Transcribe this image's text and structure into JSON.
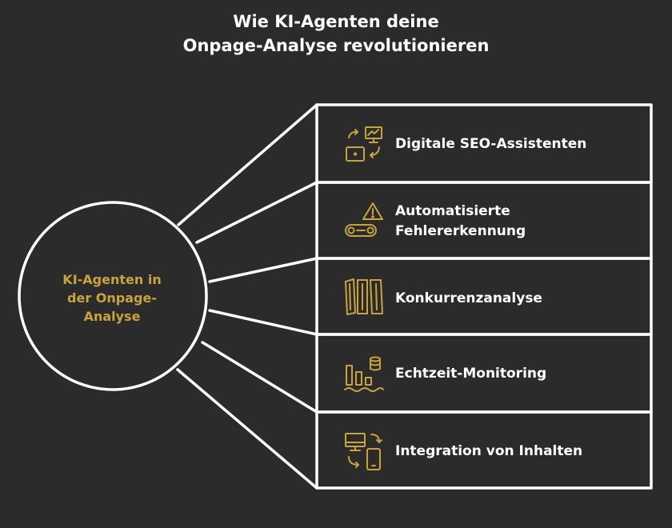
{
  "title": {
    "line1": "Wie KI-Agenten deine",
    "line2": "Onpage-Analyse revolutionieren"
  },
  "hub": {
    "line1": "KI-Agenten in",
    "line2": "der Onpage-",
    "line3": "Analyse"
  },
  "items": [
    {
      "line1": "Digitale SEO-Assistenten",
      "icon": "devices-sync-icon"
    },
    {
      "line1": "Automatisierte",
      "line2": "Fehlererkennung",
      "icon": "warning-conveyor-icon"
    },
    {
      "line1": "Konkurrenzanalyse",
      "icon": "columns-icon"
    },
    {
      "line1": "Echtzeit-Monitoring",
      "icon": "monitoring-bars-icon"
    },
    {
      "line1": "Integration von Inhalten",
      "icon": "desktop-mobile-sync-icon"
    }
  ],
  "colors": {
    "background": "#2b2b2b",
    "stroke": "#ffffff",
    "accent": "#c9a43a",
    "text": "#ffffff"
  }
}
